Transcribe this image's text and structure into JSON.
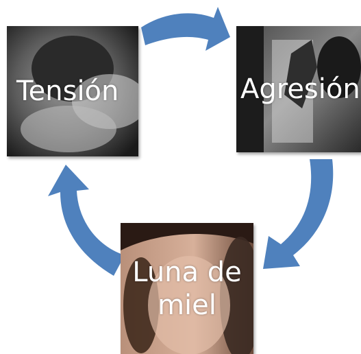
{
  "cycle": {
    "nodes": [
      {
        "label": "Tensión"
      },
      {
        "label": "Agresión"
      },
      {
        "label": "Luna de miel"
      }
    ],
    "arrow_color": "#4F81BD",
    "arrows": [
      {
        "from": "Tensión",
        "to": "Agresión"
      },
      {
        "from": "Agresión",
        "to": "Luna de miel"
      },
      {
        "from": "Luna de miel",
        "to": "Tensión"
      }
    ]
  }
}
